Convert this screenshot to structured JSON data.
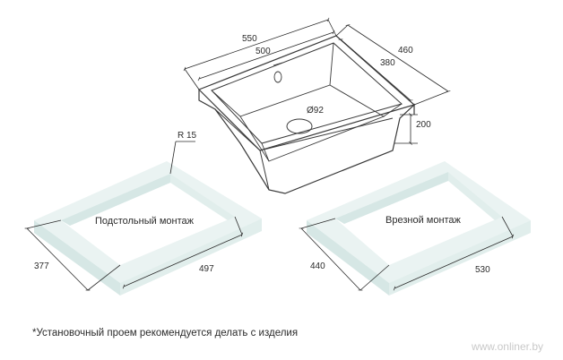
{
  "sink": {
    "dim_outer_width": "550",
    "dim_inner_width": "500",
    "dim_outer_depth": "460",
    "dim_inner_depth": "380",
    "dim_height": "200",
    "dim_drain": "Ø92"
  },
  "undermount": {
    "label": "Подстольный монтаж",
    "radius": "R 15",
    "dim_depth": "377",
    "dim_width": "497"
  },
  "inset": {
    "label": "Врезной монтаж",
    "dim_depth": "440",
    "dim_width": "530"
  },
  "footnote": "*Установочный проем рекомендуется делать с изделия",
  "watermark": "www.onliner.by",
  "colors": {
    "line": "#2b2b2b",
    "countertop_face": "#eaf3f2",
    "countertop_edge": "#d6e7e5",
    "sink_outline": "#3a3a3a"
  }
}
